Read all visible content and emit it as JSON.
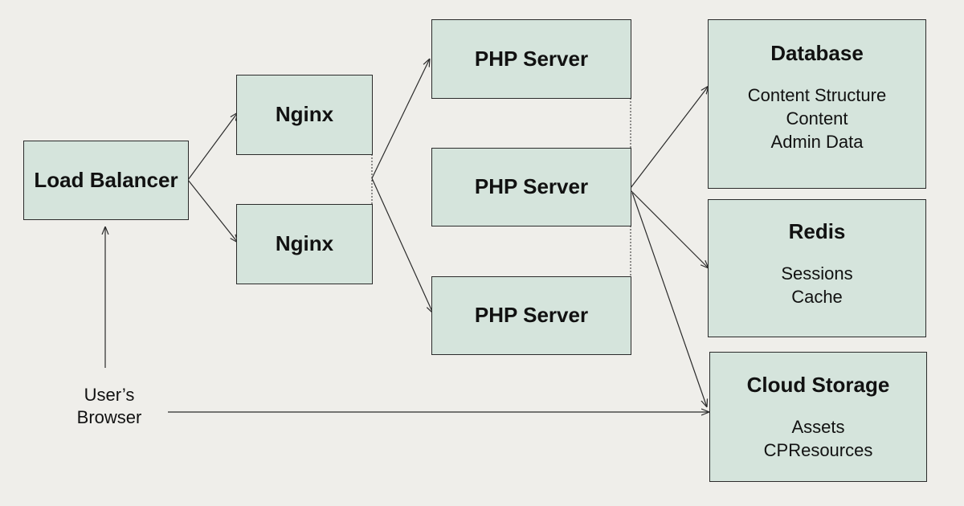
{
  "nodes": {
    "load_balancer": "Load Balancer",
    "nginx_1": "Nginx",
    "nginx_2": "Nginx",
    "php_1": "PHP Server",
    "php_2": "PHP Server",
    "php_3": "PHP Server",
    "database": {
      "title": "Database",
      "items": [
        "Content Structure",
        "Content",
        "Admin Data"
      ]
    },
    "redis": {
      "title": "Redis",
      "items": [
        "Sessions",
        "Cache"
      ]
    },
    "cloud_storage": {
      "title": "Cloud Storage",
      "items": [
        "Assets",
        "CPResources"
      ]
    },
    "browser": {
      "line1": "User’s",
      "line2": "Browser"
    }
  },
  "colors": {
    "background": "#efeeea",
    "box_fill": "#d5e4dc",
    "stroke": "#2b2b2b"
  }
}
